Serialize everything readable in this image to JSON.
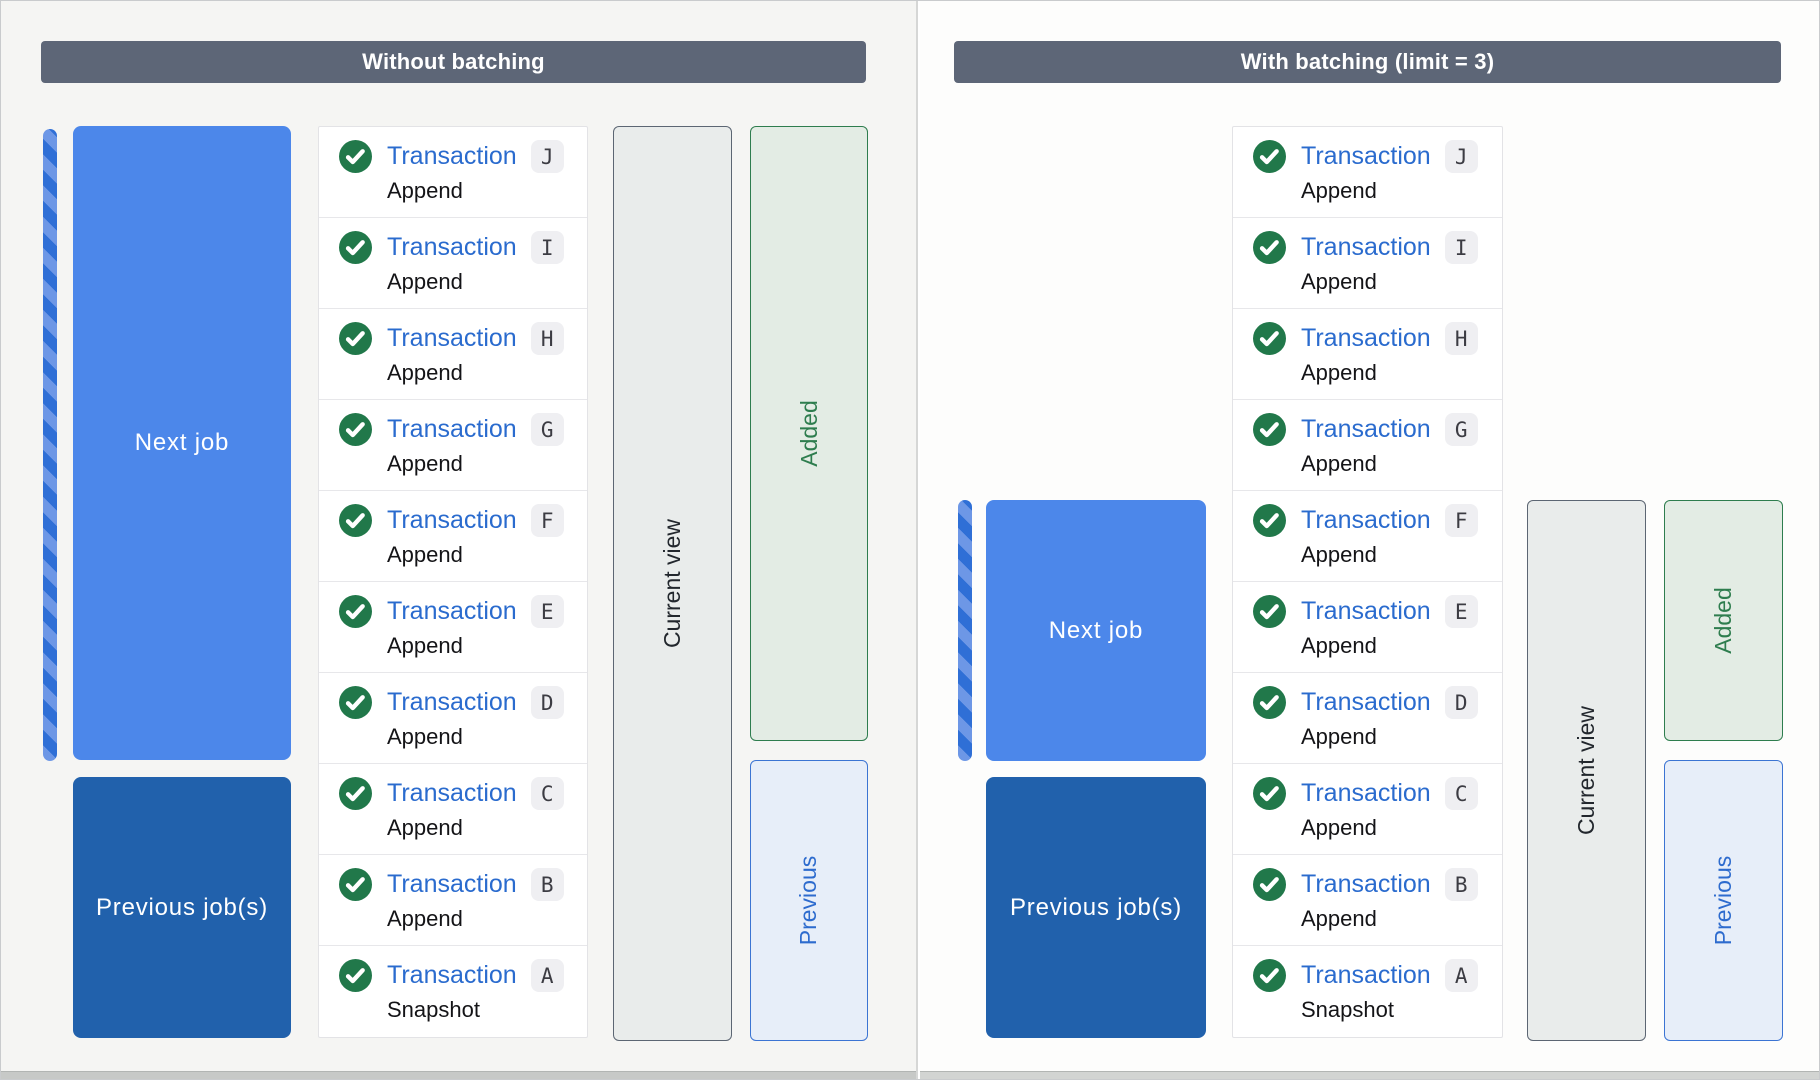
{
  "colors": {
    "header-bg": "#5d6677",
    "panel-left-bg": "#f5f5f3",
    "panel-right-bg": "#fdfdfc",
    "panel-divider": "#d6d7d6",
    "next-job-blue": "#4c87ea",
    "previous-job-blue": "#2161ac",
    "stripe-light": "#6d97e6",
    "stripe-dark": "#2f6fd6",
    "transaction-link-blue": "#2a6bce",
    "check-green": "#21784a",
    "badge-bg": "#efeff2",
    "badge-text": "#3c3c43",
    "card-bg": "#ffffff",
    "card-border": "#e3e3e6",
    "row-divider": "#e7e7ea",
    "action-text": "#141417",
    "current-view-fill": "#e9eceb",
    "current-view-border": "#5c6673",
    "current-view-text": "#22272d",
    "added-fill": "#e3ece4",
    "added-border": "#2e7d4e",
    "added-text": "#2e7d4e",
    "previous-fill": "#e7eef9",
    "previous-border": "#3b74d3",
    "previous-text": "#2d6bce",
    "bottom-strip-left": "#c7c9c7",
    "bottom-strip-right": "#d2d4d2"
  },
  "left_panel": {
    "title": "Without batching"
  },
  "right_panel": {
    "title": "With batching (limit = 3)"
  },
  "labels": {
    "next_job": "Next job",
    "previous_jobs": "Previous job(s)",
    "current_view": "Current view",
    "added": "Added",
    "previous": "Previous"
  },
  "icons": {
    "transaction_status": "check-circle-icon"
  },
  "transactions": [
    {
      "name": "Transaction",
      "letter": "J",
      "action": "Append"
    },
    {
      "name": "Transaction",
      "letter": "I",
      "action": "Append"
    },
    {
      "name": "Transaction",
      "letter": "H",
      "action": "Append"
    },
    {
      "name": "Transaction",
      "letter": "G",
      "action": "Append"
    },
    {
      "name": "Transaction",
      "letter": "F",
      "action": "Append"
    },
    {
      "name": "Transaction",
      "letter": "E",
      "action": "Append"
    },
    {
      "name": "Transaction",
      "letter": "D",
      "action": "Append"
    },
    {
      "name": "Transaction",
      "letter": "C",
      "action": "Append"
    },
    {
      "name": "Transaction",
      "letter": "B",
      "action": "Append"
    },
    {
      "name": "Transaction",
      "letter": "A",
      "action": "Snapshot"
    }
  ]
}
